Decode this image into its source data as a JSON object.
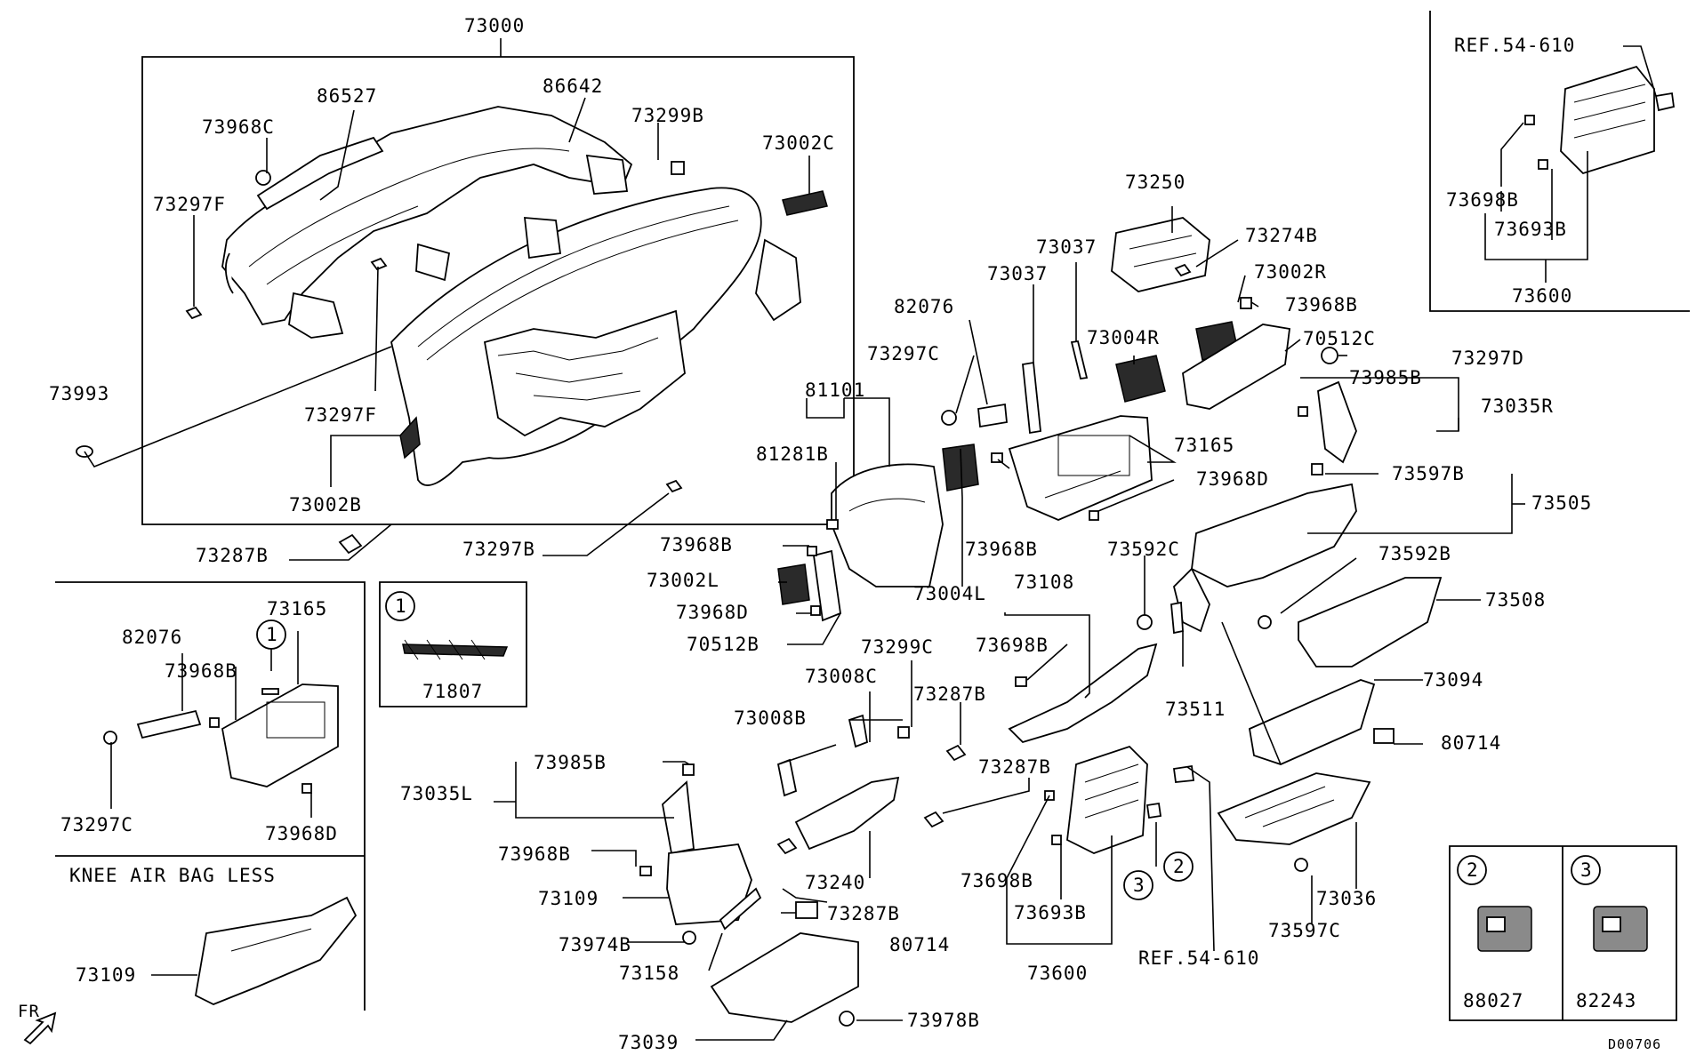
{
  "diagram_code": "D00706",
  "orientation_label": "FR",
  "knee_airbag_title": "KNEE AIR BAG LESS",
  "callouts": {
    "c1": "1",
    "c2": "2",
    "c3": "3"
  },
  "inset_parts": {
    "p1": "71807",
    "p2": "88027",
    "p3": "82243"
  },
  "ref_label": "REF.54-610",
  "labels": {
    "l73000": "73000",
    "l86527": "86527",
    "l86642": "86642",
    "l73968C": "73968C",
    "l73299B": "73299B",
    "l73002C": "73002C",
    "l73297F_a": "73297F",
    "l73297F_b": "73297F",
    "l73993": "73993",
    "l73002B": "73002B",
    "l73287B_a": "73287B",
    "l73297B": "73297B",
    "l73250": "73250",
    "l73274B": "73274B",
    "l73037_a": "73037",
    "l73037_b": "73037",
    "l73002R": "73002R",
    "l73968B_a": "73968B",
    "l82076_a": "82076",
    "l70512C": "70512C",
    "l73004R": "73004R",
    "l73297C_a": "73297C",
    "l73297D": "73297D",
    "l73985B_a": "73985B",
    "l73035R": "73035R",
    "l81101": "81101",
    "l73165_a": "73165",
    "l81281B": "81281B",
    "l73968D_a": "73968D",
    "l73597B": "73597B",
    "l73505": "73505",
    "l73968B_b": "73968B",
    "l73002L": "73002L",
    "l73968D_b": "73968D",
    "l70512B": "70512B",
    "l73968B_c": "73968B",
    "l73004L": "73004L",
    "l73592C": "73592C",
    "l73592B": "73592B",
    "l73108": "73108",
    "l73508": "73508",
    "l73698B_a": "73698B",
    "l73299C": "73299C",
    "l73287B_b": "73287B",
    "l73008C": "73008C",
    "l73008B": "73008B",
    "l73511": "73511",
    "l73094": "73094",
    "l73287B_c": "73287B",
    "l80714_a": "80714",
    "l73985B_b": "73985B",
    "l73035L": "73035L",
    "l73968B_d": "73968B",
    "l73240": "73240",
    "l73109_a": "73109",
    "l73287B_d": "73287B",
    "l73698B_b": "73698B",
    "l73693B_a": "73693B",
    "l73036": "73036",
    "l73974B": "73974B",
    "l80714_b": "80714",
    "l73158": "73158",
    "l73600_a": "73600",
    "l73597C": "73597C",
    "l73039": "73039",
    "l73978B": "73978B",
    "l73109_b": "73109",
    "l82076_b": "82076",
    "l73165_b": "73165",
    "l73968B_e": "73968B",
    "l73297C_b": "73297C",
    "l73968D_c": "73968D",
    "l73698B_c": "73698B",
    "l73693B_b": "73693B",
    "l73600_b": "73600"
  }
}
